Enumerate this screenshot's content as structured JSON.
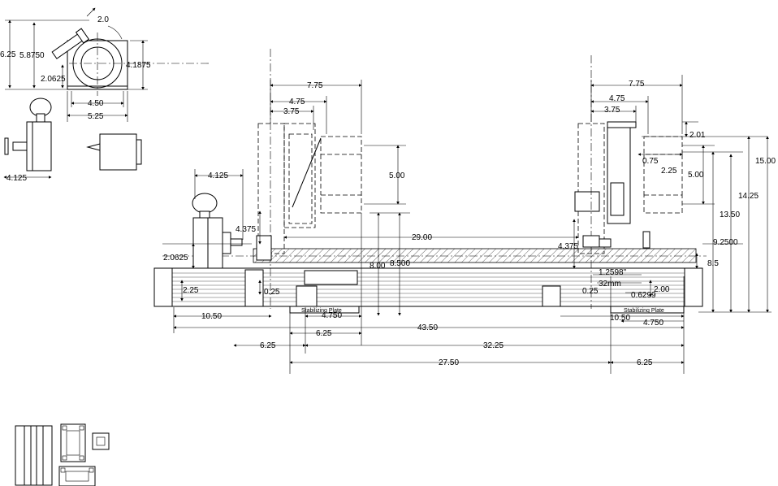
{
  "drawing": {
    "dimensions": {
      "top_left": [
        "6.25",
        "5.8750",
        "2.0625",
        "2.0",
        "4.1875",
        "4.50",
        "5.25",
        "4.125"
      ],
      "left_assembly": [
        "7.75",
        "4.75",
        "3.75",
        "5.00",
        "4.125",
        "4.375",
        "2.0625",
        "2.25",
        "0.25",
        "8.00",
        "8.500",
        "10.50",
        "4.750",
        "6.25"
      ],
      "right_assembly": [
        "7.75",
        "4.75",
        "3.75",
        "2.01",
        "0.75",
        "2.25",
        "5.00",
        "15.00",
        "14.25",
        "13.50",
        "9.2500",
        "8.5",
        "4.375",
        "1.2598\"",
        "32mm",
        "0.6299",
        "2.00",
        "0.25",
        "10.50",
        "4.750",
        "6.25"
      ],
      "bottom": [
        "29.00",
        "43.50",
        "6.25",
        "32.25",
        "27.50"
      ]
    },
    "labels": {
      "stabilizing_plate_left": "Stabilizing Plate",
      "stabilizing_plate_right": "Stabilizing Plate"
    }
  }
}
